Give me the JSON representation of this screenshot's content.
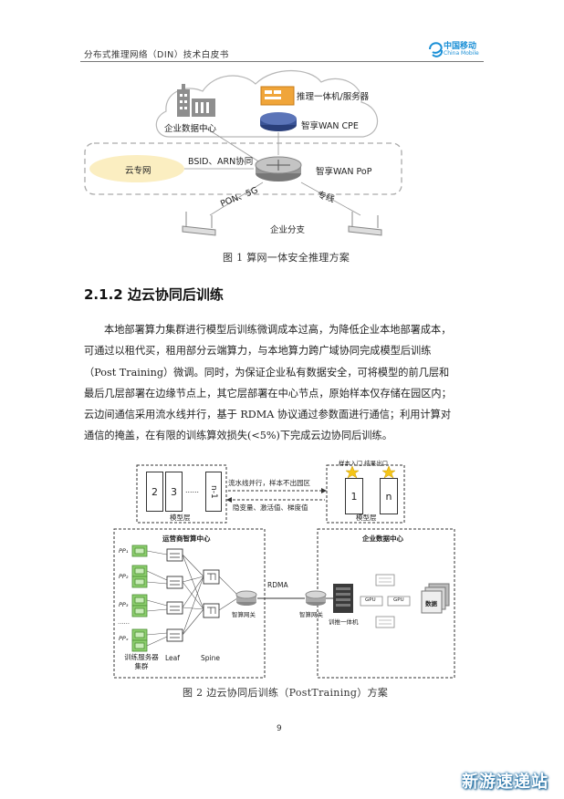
{
  "header": {
    "title": "分布式推理网络（DIN）技术白皮书",
    "logo_cn": "中国移动",
    "logo_en": "China Mobile",
    "logo_color": "#1a8fd6"
  },
  "figure1": {
    "labels": {
      "enterprise_dc": "企业数据中心",
      "inference_server": "推理一体机/服务器",
      "wan_cpe": "智享WAN CPE",
      "cloud_net": "云专网",
      "bsid": "BSID、ARN协同",
      "wan_pop": "智享WAN PoP",
      "pon": "PON、5G",
      "dedicated_line": "专线",
      "branch": "企业分支"
    },
    "caption": "图 1 算网一体安全推理方案"
  },
  "section": {
    "heading": "2.1.2 边云协同后训练"
  },
  "paragraph": {
    "lines": [
      "本地部署算力集群进行模型后训练微调成本过高，为降低企业本地部署成本，",
      "可通过以租代买，租用部分云端算力，与本地算力跨广域协同完成模型后训练",
      "（Post Training）微调。同时，为保证企业私有数据安全，可将模型的前几层和",
      "最后几层部署在边缘节点上，其它层部署在中心节点，原始样本仅存储在园区内；",
      "云边间通信采用流水线并行，基于 RDMA 协议通过参数面进行通信；利用计算对",
      "通信的掩盖，在有限的训练算效损失(<5%)下完成云边协同后训练。"
    ]
  },
  "figure2": {
    "model_layer_left": [
      "2",
      "3",
      "……",
      "n-1"
    ],
    "model_layer_left_label": "模型层",
    "pipeline_text": "流水线并行，样本不出园区",
    "transfer_text": "隐变量、激活值、梯度值",
    "model_layer_right": [
      "1",
      "n"
    ],
    "model_layer_right_label": "模型层",
    "sample_io": "样本入门 结果出口",
    "operator_dc": "运营商智算中心",
    "enterprise_dc": "企业数据中心",
    "pp_labels": [
      "PP₁",
      "PP₂",
      "PP₃",
      "……",
      "PPₓ"
    ],
    "cluster_label": "训练服务器集群",
    "leaf": "Leaf",
    "spine": "Spine",
    "rdma": "RDMA",
    "gateway_left": "智算网关",
    "gateway_right": "智算网关",
    "training_appliance": "训推一体机",
    "gpu": "GPU",
    "data": "数据",
    "caption": "图 2 边云协同后训练（PostTraining）方案"
  },
  "page_number": "9",
  "watermark": "新游速递站"
}
